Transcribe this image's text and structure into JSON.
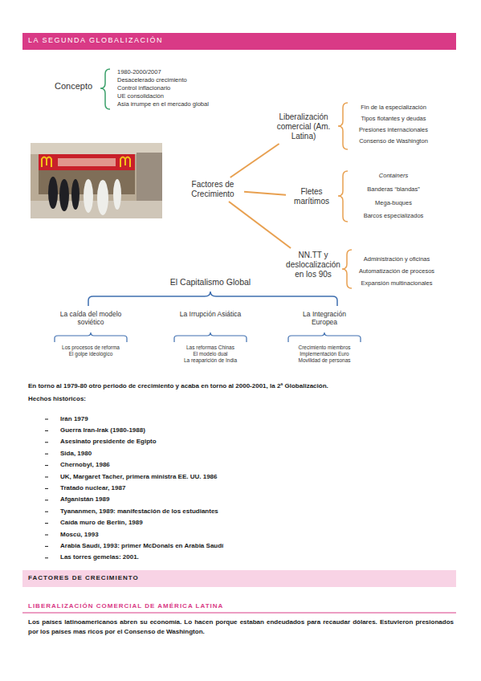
{
  "diagram": {
    "title": "LA SEGUNDA GLOBALIZACIÓN",
    "nodes": [
      {
        "text": [
          "Factores de Crecimiento"
        ]
      },
      {
        "text": [
          "Liberalización comercial (Am. Latina)"
        ]
      },
      {
        "text": [
          "Fletes marítimos"
        ]
      },
      {
        "text": [
          "NN.TT y deslocalización en los 90s"
        ]
      }
    ],
    "edges": [
      {
        "from": 0,
        "to": 1,
        "arrow": "none"
      },
      {
        "from": 0,
        "to": 2,
        "arrow": "none"
      },
      {
        "from": 0,
        "to": 3,
        "arrow": "none"
      }
    ],
    "labels": [
      "Concepto",
      "1980-2000/2007",
      "Desacelerado crecimiento",
      "Control inflacionario",
      "UE consolidación",
      "Asia irrumpe en el mercado global",
      "Fin de la especialización",
      "Tipos flotantes y deudas",
      "Presiones internacionales",
      "Consenso de Washington",
      "Containers",
      "Banderas “blandas”",
      "Mega-buques",
      "Barcos especializados",
      "Administración y oficinas",
      "Automatización de procesos",
      "Expansión multinacionales",
      "El Capitalismo Global",
      "La caída del modelo soviético",
      "La Irrupción Asiática",
      "La Integración Europea",
      "Los procesos de reforma",
      "El golpe ideológico",
      "Las reformas Chinas",
      "El modelo dual",
      "La reaparición de India",
      "Crecimiento miembros",
      "Implementación Euro",
      "Movilidad de personas",
      "En torno al 1979-80 otro periodo de crecimiento y acaba en torno al 2000-2001, la 2ª Globalización.",
      "Hechos históricos:",
      "Irán 1979",
      "Guerra Iran-Irak (1980-1988)",
      "Asesinato presidente de Egipto",
      "Sida, 1980",
      "Chernobyl, 1986",
      "UK, Margaret Tacher, primera ministra EE. UU. 1986",
      "Tratado nuclear, 1987",
      "Afganistán 1989",
      "Tyananmen, 1989: manifestación de los estudiantes",
      "Caída muro de Berlín, 1989",
      "Moscú, 1993",
      "Arabia Saudí, 1993: primer McDonals en Arabia Saudí",
      "Las torres gemelas: 2001.",
      "FACTORES DE CRECIMIENTO",
      "LIBERALIZACIÓN COMERCIAL DE AMÉRICA LATINA",
      "Los países latinoamericanos abren su economía. Lo hacen porque estaban endeudados para recaudar dólares. Estuvieron presionados por los países mas ricos por el Consenso de Washington."
    ]
  }
}
